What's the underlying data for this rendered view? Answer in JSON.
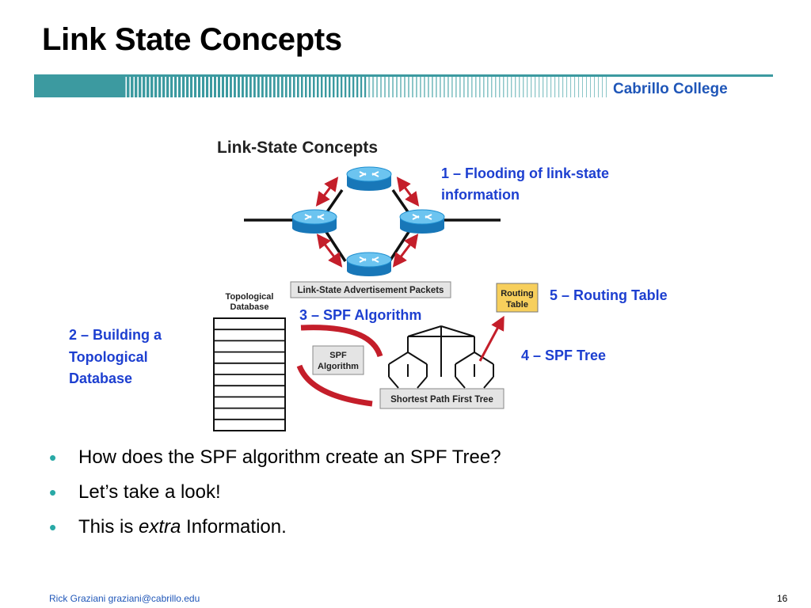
{
  "slide": {
    "title": "Link State Concepts",
    "brand": "Cabrillo College",
    "footer_author": "Rick Graziani  graziani@cabrillo.edu",
    "page_number": "16"
  },
  "figure": {
    "title": "Link-State Concepts",
    "lsa_box": "Link-State Advertisement Packets",
    "topo_db_label_1": "Topological",
    "topo_db_label_2": "Database",
    "spf_box_1": "SPF",
    "spf_box_2": "Algorithm",
    "spf_tree_box": "Shortest Path First Tree",
    "routing_box_1": "Routing",
    "routing_box_2": "Table"
  },
  "callouts": {
    "step1_line1": "1 – Flooding of link-state",
    "step1_line2": "information",
    "step2_line1": "2 – Building a",
    "step2_line2": "Topological",
    "step2_line3": "Database",
    "step3": "3 – SPF Algorithm",
    "step4": "4 – SPF Tree",
    "step5": "5 – Routing Table"
  },
  "bullets": [
    {
      "text": "How does the SPF algorithm create an SPF Tree?"
    },
    {
      "text": "Let’s take a look!"
    },
    {
      "before": "This is ",
      "emphasis": "extra",
      "after": " Information."
    }
  ],
  "colors": {
    "callout_blue": "#1d3fd0",
    "brand_blue": "#1f56b8",
    "bullet_teal": "#29a9a6",
    "header_teal": "#3c9aa0",
    "router_blue": "#1f8fd0",
    "arrow_red": "#c41e2a",
    "routing_box_fill": "#f7cf5c"
  },
  "icons": {
    "bullet": "bullet-dot-icon",
    "router": "router-icon",
    "database": "database-table-icon"
  }
}
